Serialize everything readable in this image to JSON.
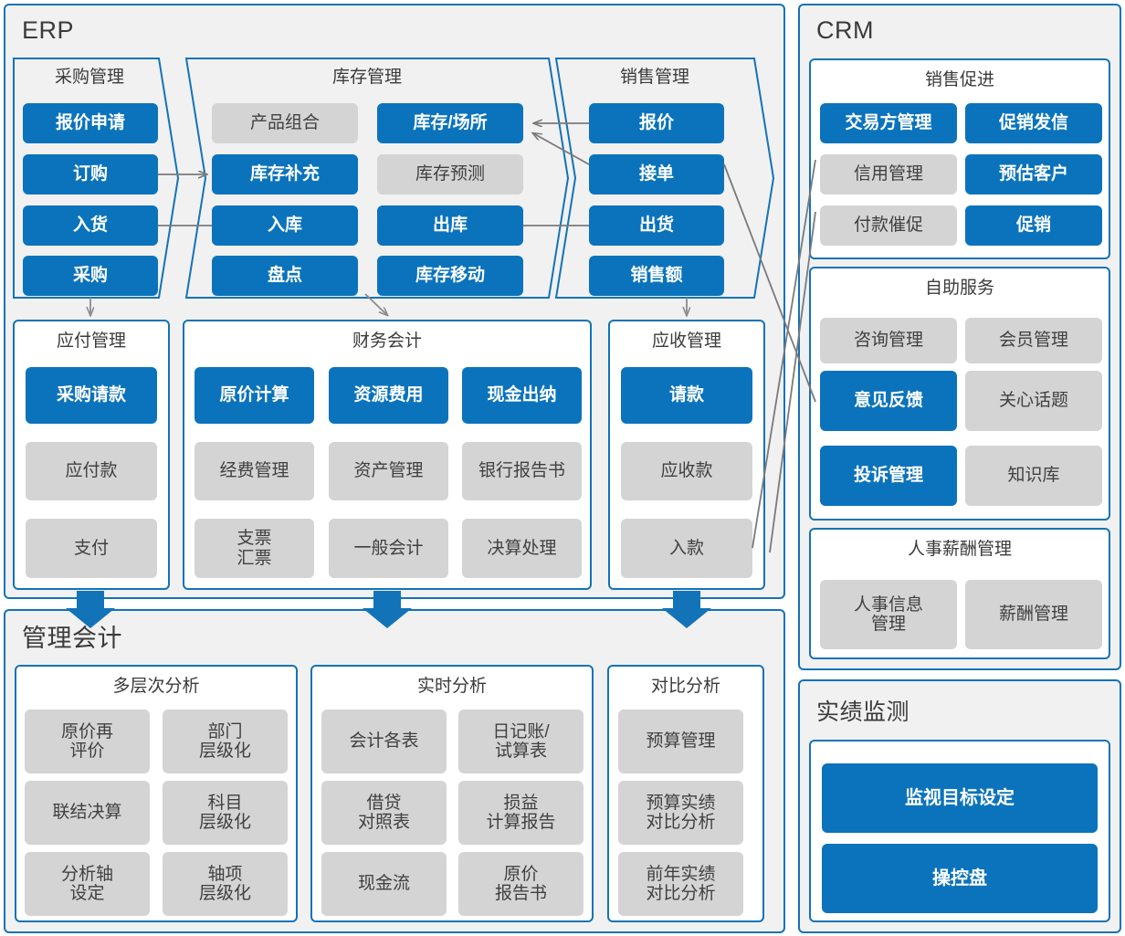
{
  "colors": {
    "blue": "#0b73bc",
    "frame_border": "#1273b8",
    "gray_tile": "#d4d4d4",
    "panel_bg": "#f1f1f1",
    "text_dark": "#3b3b3b",
    "connector": "#7a7a7a"
  },
  "erp": {
    "title": "ERP",
    "purchase": {
      "title": "采购管理",
      "tiles": [
        {
          "label": "报价申请",
          "style": "blue"
        },
        {
          "label": "订购",
          "style": "blue"
        },
        {
          "label": "入货",
          "style": "blue"
        },
        {
          "label": "采购",
          "style": "blue"
        }
      ]
    },
    "inventory": {
      "title": "库存管理",
      "tiles": [
        {
          "label": "产品组合",
          "style": "gray"
        },
        {
          "label": "库存/场所",
          "style": "blue"
        },
        {
          "label": "库存补充",
          "style": "blue"
        },
        {
          "label": "库存预测",
          "style": "gray"
        },
        {
          "label": "入库",
          "style": "blue"
        },
        {
          "label": "出库",
          "style": "blue"
        },
        {
          "label": "盘点",
          "style": "blue"
        },
        {
          "label": "库存移动",
          "style": "blue"
        }
      ]
    },
    "sales": {
      "title": "销售管理",
      "tiles": [
        {
          "label": "报价",
          "style": "blue"
        },
        {
          "label": "接单",
          "style": "blue"
        },
        {
          "label": "出货",
          "style": "blue"
        },
        {
          "label": "销售额",
          "style": "blue"
        }
      ]
    },
    "payable": {
      "title": "应付管理",
      "tiles": [
        {
          "label": "采购请款",
          "style": "blue"
        },
        {
          "label": "应付款",
          "style": "gray"
        },
        {
          "label": "支付",
          "style": "gray"
        }
      ]
    },
    "financial": {
      "title": "财务会计",
      "tiles": [
        {
          "label": "原价计算",
          "style": "blue"
        },
        {
          "label": "资源费用",
          "style": "blue"
        },
        {
          "label": "现金出纳",
          "style": "blue"
        },
        {
          "label": "经费管理",
          "style": "gray"
        },
        {
          "label": "资产管理",
          "style": "gray"
        },
        {
          "label": "银行报告书",
          "style": "gray"
        },
        {
          "label": "支票\n汇票",
          "style": "gray"
        },
        {
          "label": "一般会计",
          "style": "gray"
        },
        {
          "label": "决算处理",
          "style": "gray"
        }
      ]
    },
    "receivable": {
      "title": "应收管理",
      "tiles": [
        {
          "label": "请款",
          "style": "blue"
        },
        {
          "label": "应收款",
          "style": "gray"
        },
        {
          "label": "入款",
          "style": "gray"
        }
      ]
    }
  },
  "mgmt": {
    "title": "管理会计",
    "multilayer": {
      "title": "多层次分析",
      "tiles": [
        {
          "label": "原价再\n评价",
          "style": "gray"
        },
        {
          "label": "部门\n层级化",
          "style": "gray"
        },
        {
          "label": "联结决算",
          "style": "gray"
        },
        {
          "label": "科目\n层级化",
          "style": "gray"
        },
        {
          "label": "分析轴\n设定",
          "style": "gray"
        },
        {
          "label": "轴项\n层级化",
          "style": "gray"
        }
      ]
    },
    "realtime": {
      "title": "实时分析",
      "tiles": [
        {
          "label": "会计各表",
          "style": "gray"
        },
        {
          "label": "日记账/\n试算表",
          "style": "gray"
        },
        {
          "label": "借贷\n对照表",
          "style": "gray"
        },
        {
          "label": "损益\n计算报告",
          "style": "gray"
        },
        {
          "label": "现金流",
          "style": "gray"
        },
        {
          "label": "原价\n报告书",
          "style": "gray"
        }
      ]
    },
    "compare": {
      "title": "对比分析",
      "tiles": [
        {
          "label": "预算管理",
          "style": "gray"
        },
        {
          "label": "预算实绩\n对比分析",
          "style": "gray"
        },
        {
          "label": "前年实绩\n对比分析",
          "style": "gray"
        }
      ]
    }
  },
  "crm": {
    "title": "CRM",
    "promotion": {
      "title": "销售促进",
      "tiles": [
        {
          "label": "交易方管理",
          "style": "blue"
        },
        {
          "label": "促销发信",
          "style": "blue"
        },
        {
          "label": "信用管理",
          "style": "gray"
        },
        {
          "label": "预估客户",
          "style": "blue"
        },
        {
          "label": "付款催促",
          "style": "gray"
        },
        {
          "label": "促销",
          "style": "blue"
        }
      ]
    },
    "selfservice": {
      "title": "自助服务",
      "tiles": [
        {
          "label": "咨询管理",
          "style": "gray"
        },
        {
          "label": "会员管理",
          "style": "gray"
        },
        {
          "label": "意见反馈",
          "style": "blue"
        },
        {
          "label": "关心话题",
          "style": "gray"
        },
        {
          "label": "投诉管理",
          "style": "blue"
        },
        {
          "label": "知识库",
          "style": "gray"
        }
      ]
    },
    "hr": {
      "title": "人事薪酬管理",
      "tiles": [
        {
          "label": "人事信息\n管理",
          "style": "gray"
        },
        {
          "label": "薪酬管理",
          "style": "gray"
        }
      ]
    }
  },
  "monitor": {
    "title": "实绩监测",
    "tiles": [
      {
        "label": "监视目标设定",
        "style": "blue"
      },
      {
        "label": "操控盘",
        "style": "blue"
      }
    ]
  }
}
